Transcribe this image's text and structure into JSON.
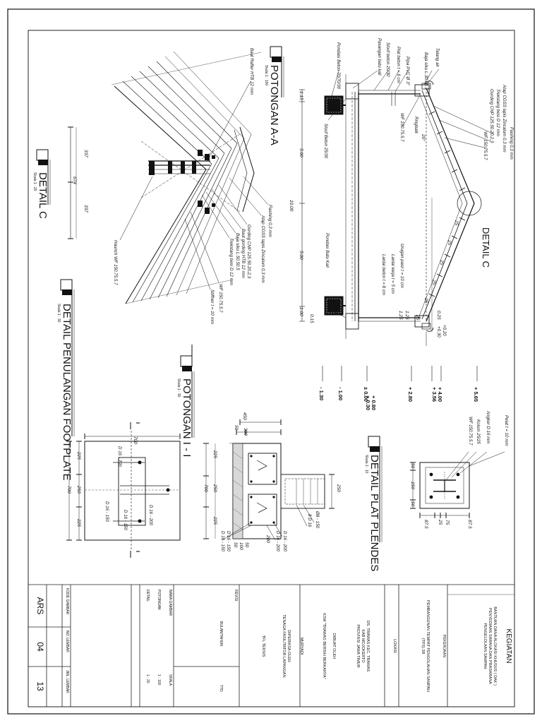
{
  "views": {
    "potongan_aa": {
      "title": "POTONGAN A-A",
      "scale": "Skala 1 : 100"
    },
    "detail_c": {
      "title": "DETAIL C",
      "scale": "Skala 1 : 20"
    },
    "detail_footplate": {
      "title": "DETAIL PENULANGAN FOOTPLATE",
      "scale": "Skala 1 : 30"
    },
    "potongan_ii": {
      "title": "POTONGAN I - I",
      "scale": "Skala 1 : 30"
    },
    "detail_plat": {
      "title": "DETAIL PLAT PLENDES",
      "scale": "Skala 1 : 10"
    }
  },
  "section": {
    "labels_left": [
      "Talang air",
      "Baja siku L.30.30.3",
      "Pipa PVC Ø 3\"",
      "Plat beton t = 6 cm",
      "Sloof beton 20/30",
      "Pasangan batu kali",
      "Pondasi Beton 70/70/30",
      "Sloof Beton 25/30",
      "Pondasi Batu Kali"
    ],
    "labels_right": [
      "Flashing 0,3 mm",
      "Atap CGSS lapis Zincalum 0,3 mm",
      "Trekstang besi D 12 mm",
      "Gording CNP 125.50.20.2,3",
      "WF 150.75.5.7",
      "Ringbalk",
      "WF 150.75.5.7"
    ],
    "floor_labels": [
      "Urugan pasir t = 10 cm",
      "Lantai kerja t = 5 cm",
      "Lantai beton t = 8 cm"
    ],
    "detail_tag": "DETAIL C",
    "dims_span": [
      "1.15",
      "5.00",
      "10.00",
      "5.00",
      "1.00"
    ],
    "slope_marks": [
      "20°",
      "25",
      "25",
      "25",
      "25",
      "25",
      "25"
    ],
    "side_dims": [
      "0.15",
      "1.25",
      "1.25",
      "0.25"
    ],
    "levels": [
      "+ 5.65",
      "+ 4.00",
      "+ 3.56",
      "+ 2.80",
      "± 0.00",
      "- 1.00",
      "- 1.30",
      "+ 0.80",
      "+ 0.30",
      "+0.20",
      "+0.30"
    ]
  },
  "detail_c": {
    "callouts": [
      "Baut Rafter HTB 12 mm",
      "Flashing 0,3 mm",
      "Atap CGSS lapis Zincalum 0,3 mm",
      "Gording CNP 125.50.20.2,3",
      "Baut gording HTB 12 mm",
      "Baja siku L.50.50.5",
      "Trekstang besi D 12 mm",
      "WF 150.75.5.7",
      "Stiffner t = 10 mm",
      "Haunch WF 150.75.5.7"
    ],
    "dims": [
      "337",
      "674",
      "337"
    ]
  },
  "footplate": {
    "dims_top": [
      "700"
    ],
    "dims_side": [
      "225",
      "250",
      "225"
    ],
    "overall": "700",
    "rebar": [
      "D 16 - 200",
      "D 16 - 150",
      "D 16 - 200",
      "D 16 - 150"
    ],
    "cut_mark": "I"
  },
  "potongan_ii": {
    "dims_top": [
      "450",
      "50",
      "300"
    ],
    "dims_side": [
      "225",
      "250",
      "225"
    ],
    "overall": "700",
    "right": [
      "250",
      "Ø8 - 150",
      "8 D 16"
    ],
    "bottom": [
      "D 16 - 150",
      "D 16 - 150",
      "D 16 - 200",
      "D 16 - 200"
    ],
    "bot_dims": [
      "200",
      "50",
      "100",
      "50"
    ]
  },
  "plat": {
    "callouts": [
      "Pelat t = 10 mm",
      "Angker D 16 mm",
      "Kolom 25/25",
      "WF 150.75.5.7"
    ],
    "dims_left": [
      "50",
      "150",
      "50"
    ],
    "dims_right": [
      "87.5",
      "75",
      "25",
      "87.5"
    ]
  },
  "title_block": {
    "kegiatan_hd": "KEGIATAN",
    "kegiatan": [
      "BANTUAN DANA ALOKASI KHUSUS ( DAK )",
      "PENYEDIAAN SARANA DAN PRASARANA",
      "PENGELOLAAN SAMPAH"
    ],
    "pekerjaan_hd": "PEKERJAAN",
    "pekerjaan": [
      "PEMBANGUNAN TEMPAT PENGOLAHAN SAMPAH",
      "(TPS) 3R"
    ],
    "lokasi_hd": "LOKASI",
    "lokasi": [
      "DS. TRAWAS KEC. TRAWAS",
      "KAB MOJOKERTO",
      "PROVINSI JAWA TIMUR"
    ],
    "dibuat_hd": "DIBUAT OLEH",
    "dibuat": "KSM \"TRAWAS BERSIH BERKARYA\"",
    "nama": "MURYADI",
    "diperiksa": [
      "DIPERIKSA OLEH",
      "TENAGA FASILITATOR LAPANGAN"
    ],
    "tfl": "TFL TEKNIS",
    "rev_hd": "REVISI",
    "rev_date": "BULAN/TAHUN",
    "ttd": "TTD",
    "nama_gambar_hd": "NAMA GAMBAR",
    "skala_hd": "SKALA",
    "gambar": [
      {
        "name": "POTONGAN",
        "scale": "1 : 100"
      },
      {
        "name": "DETAIL",
        "scale": "1 : 20"
      }
    ],
    "kode_hd": "KODE GAMBAR",
    "kode": "ARS",
    "lembar_hd": "NO. LEMBAR",
    "lembar": "04",
    "jumlah_hd": "JML. LEMBAR",
    "jumlah": "13"
  }
}
